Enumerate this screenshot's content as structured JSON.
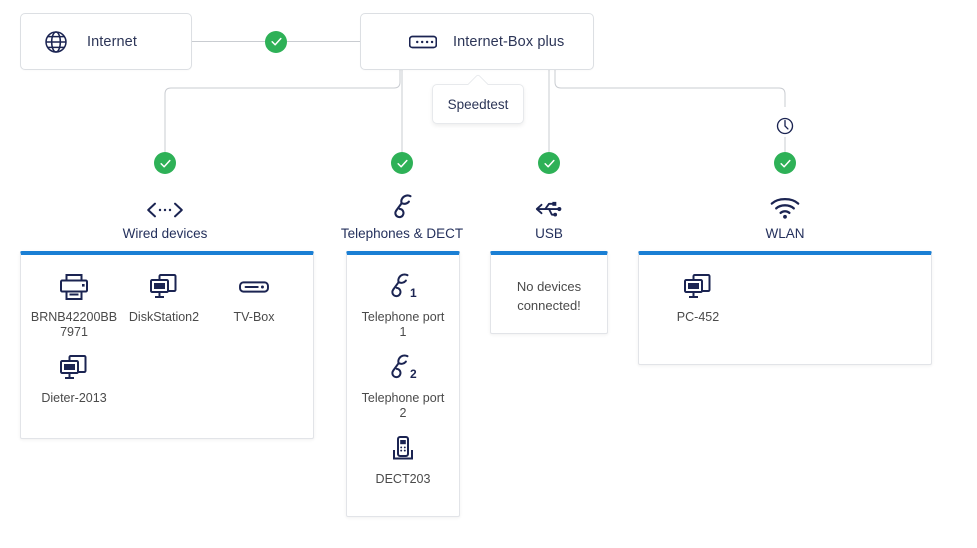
{
  "accent": {
    "brand_blue": "#1a7fd4",
    "status_green": "#2eb157",
    "icon_navy": "#1b2452",
    "wire_grey": "#c9ccd1"
  },
  "topology": {
    "internet_node": {
      "label": "Internet",
      "icon": "globe-icon",
      "status": "connected"
    },
    "router_node": {
      "label": "Internet-Box plus",
      "icon": "router-icon"
    },
    "link_status_icon": "check-circle-icon",
    "speedtest_tooltip": {
      "label": "Speedtest"
    }
  },
  "branches": [
    {
      "key": "wired",
      "label": "Wired devices",
      "icon": "lan-arrows-icon",
      "status_icon": "check-circle-icon",
      "has_schedule_clock": false
    },
    {
      "key": "telephony",
      "label": "Telephones & DECT",
      "icon": "phone-handset-icon",
      "status_icon": "check-circle-icon",
      "has_schedule_clock": false
    },
    {
      "key": "usb",
      "label": "USB",
      "icon": "usb-icon",
      "status_icon": "check-circle-icon",
      "has_schedule_clock": false
    },
    {
      "key": "wlan",
      "label": "WLAN",
      "icon": "wifi-icon",
      "status_icon": "check-circle-icon",
      "has_schedule_clock": true,
      "schedule_icon": "clock-icon"
    }
  ],
  "panels": {
    "wired": {
      "devices": [
        {
          "name": "BRNB42200BB7971",
          "icon": "printer-icon"
        },
        {
          "name": "DiskStation2",
          "icon": "computer-icon"
        },
        {
          "name": "TV-Box",
          "icon": "tvbox-icon"
        },
        {
          "name": "Dieter-2013",
          "icon": "computer-icon"
        }
      ]
    },
    "telephony": {
      "devices": [
        {
          "name": "Telephone port 1",
          "icon": "phone-port-1-icon"
        },
        {
          "name": "Telephone port 2",
          "icon": "phone-port-2-icon"
        },
        {
          "name": "DECT203",
          "icon": "dect-icon"
        }
      ]
    },
    "usb": {
      "empty_message": "No devices connected!",
      "devices": []
    },
    "wlan": {
      "devices": [
        {
          "name": "PC-452",
          "icon": "computer-icon"
        }
      ]
    }
  }
}
